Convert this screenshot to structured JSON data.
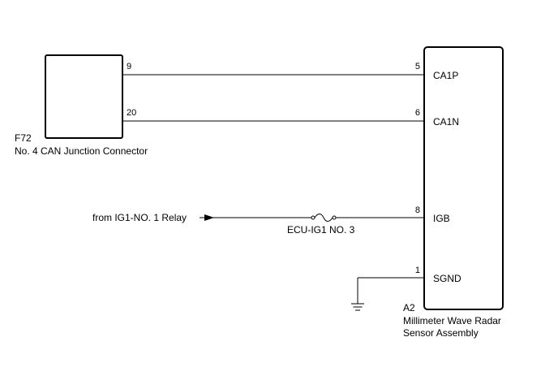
{
  "connector_f72": {
    "code": "F72",
    "name": "No. 4 CAN Junction Connector",
    "pins": [
      {
        "number": "9"
      },
      {
        "number": "20"
      }
    ]
  },
  "sensor_a2": {
    "code": "A2",
    "name_line1": "Millimeter Wave Radar",
    "name_line2": "Sensor Assembly",
    "terminals": [
      {
        "pin": "5",
        "label": "CA1P"
      },
      {
        "pin": "6",
        "label": "CA1N"
      },
      {
        "pin": "8",
        "label": "IGB"
      },
      {
        "pin": "1",
        "label": "SGND"
      }
    ]
  },
  "power_source": {
    "label": "from IG1-NO. 1 Relay"
  },
  "fuse": {
    "label": "ECU-IG1 NO. 3"
  },
  "ground": {
    "icon": "ground-icon"
  }
}
